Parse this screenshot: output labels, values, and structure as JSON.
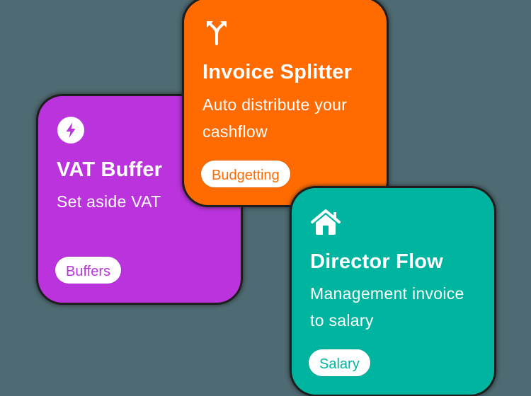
{
  "background_color": "#4E6A72",
  "cards": [
    {
      "id": "vat-buffer",
      "icon": "lightning-bolt-icon",
      "title": "VAT Buffer",
      "description": "Set aside VAT",
      "tag": "Buffers",
      "color": "#BB33DD"
    },
    {
      "id": "invoice-splitter",
      "icon": "split-arrows-icon",
      "title": "Invoice Splitter",
      "description": "Auto distribute your cashflow",
      "tag": "Budgetting",
      "color": "#FF6B00"
    },
    {
      "id": "director-flow",
      "icon": "house-icon",
      "title": "Director Flow",
      "description": "Management invoice to salary",
      "tag": "Salary",
      "color": "#00B5A0"
    }
  ]
}
